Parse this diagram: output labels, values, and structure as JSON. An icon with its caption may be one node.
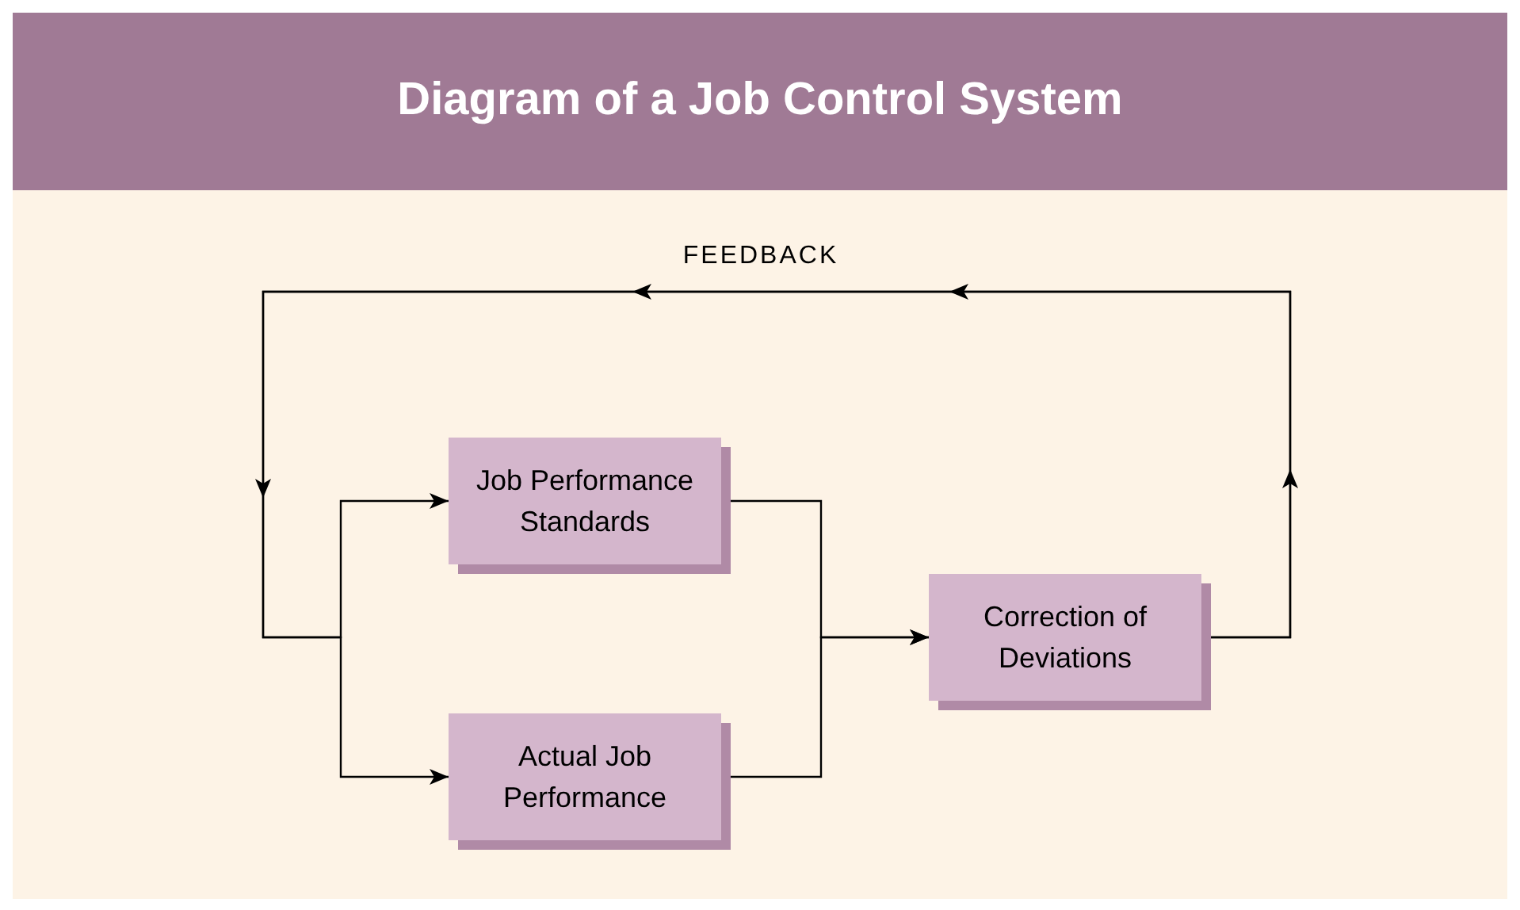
{
  "diagram": {
    "title": "Diagram of a Job Control System",
    "nodes": [
      {
        "text": [
          "Job Performance Standards"
        ]
      },
      {
        "text": [
          "Actual Job Performance"
        ]
      },
      {
        "text": [
          "Correction of Deviations"
        ]
      }
    ],
    "edges": [
      {
        "from": 0,
        "to": 2,
        "arrow": "to"
      },
      {
        "from": 1,
        "to": 2,
        "arrow": "to"
      },
      {
        "from": 2,
        "to": 0,
        "arrow": "to",
        "label": "FEEDBACK"
      },
      {
        "from": 2,
        "to": 1,
        "arrow": "to"
      }
    ]
  }
}
